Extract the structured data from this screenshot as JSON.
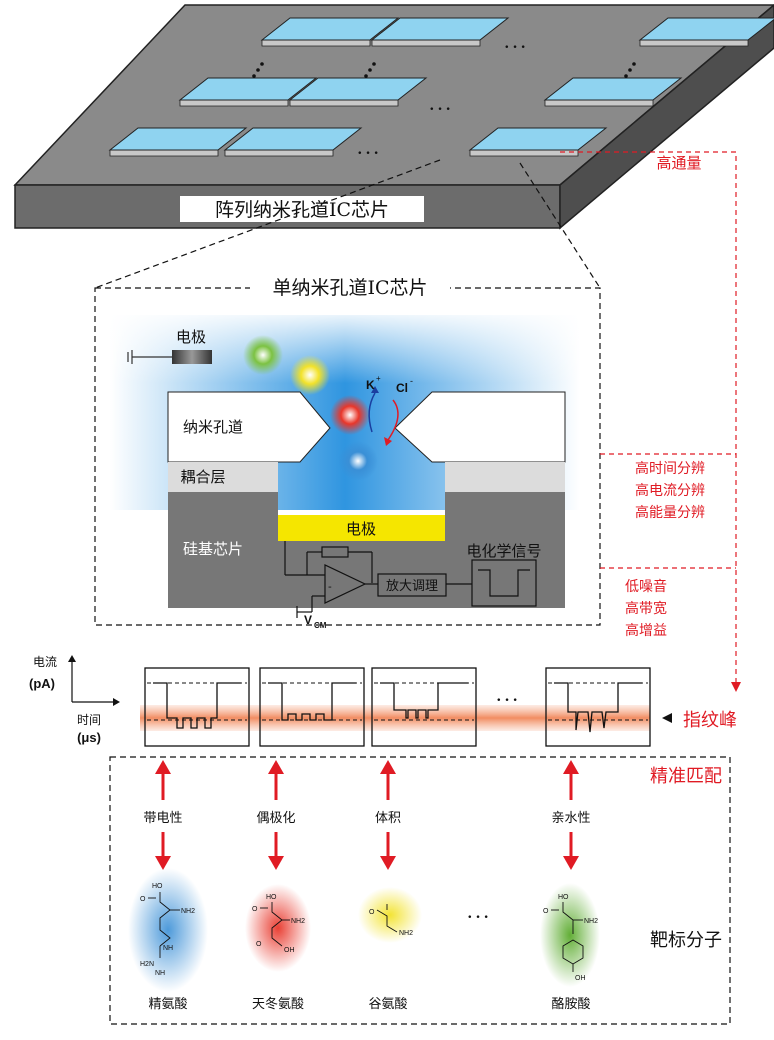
{
  "array_chip": {
    "label": "阵列纳米孔道IC芯片",
    "dots": "• • •"
  },
  "single_chip": {
    "title": "单纳米孔道IC芯片",
    "electrode_top": "电极",
    "nanopore": "纳米孔道",
    "coupling_layer": "耦合层",
    "electrode_bottom": "电极",
    "silicon_chip": "硅基芯片",
    "amp": "放大调理",
    "echem_signal": "电化学信号",
    "k_ion": "K",
    "k_sup": "+",
    "cl_ion": "Cl",
    "cl_sup": "-",
    "vcm": "V",
    "vcm_sub": "CM"
  },
  "side_labels": {
    "high_throughput": "高通量",
    "resolution": [
      "高时间分辨",
      "高电流分辨",
      "高能量分辨"
    ],
    "noise": [
      "低噪音",
      "高带宽",
      "高增益"
    ]
  },
  "axes": {
    "y_label": "电流",
    "y_unit": "(pA)",
    "x_label": "时间",
    "x_unit": "(μs)"
  },
  "fingerprint": "指纹峰",
  "precise_match": "精准匹配",
  "ellipsis": "• • •",
  "properties": [
    "带电性",
    "偶极化",
    "体积",
    "亲水性"
  ],
  "target_molecules": "靶标分子",
  "amino_acids": [
    "精氨酸",
    "天冬氨酸",
    "谷氨酸",
    "酪胺酸"
  ],
  "chem_labels": {
    "o": "O",
    "ho": "HO",
    "nh2": "NH2",
    "nh": "NH",
    "h2n": "H2N",
    "oh": "OH"
  },
  "colors": {
    "red": "#e01b24",
    "blue": "#3a8fd6",
    "gray": "#7a7a7a",
    "yellow": "#f5e600",
    "orange_band": "#f4a07c",
    "tile": "#8fd3f0"
  }
}
